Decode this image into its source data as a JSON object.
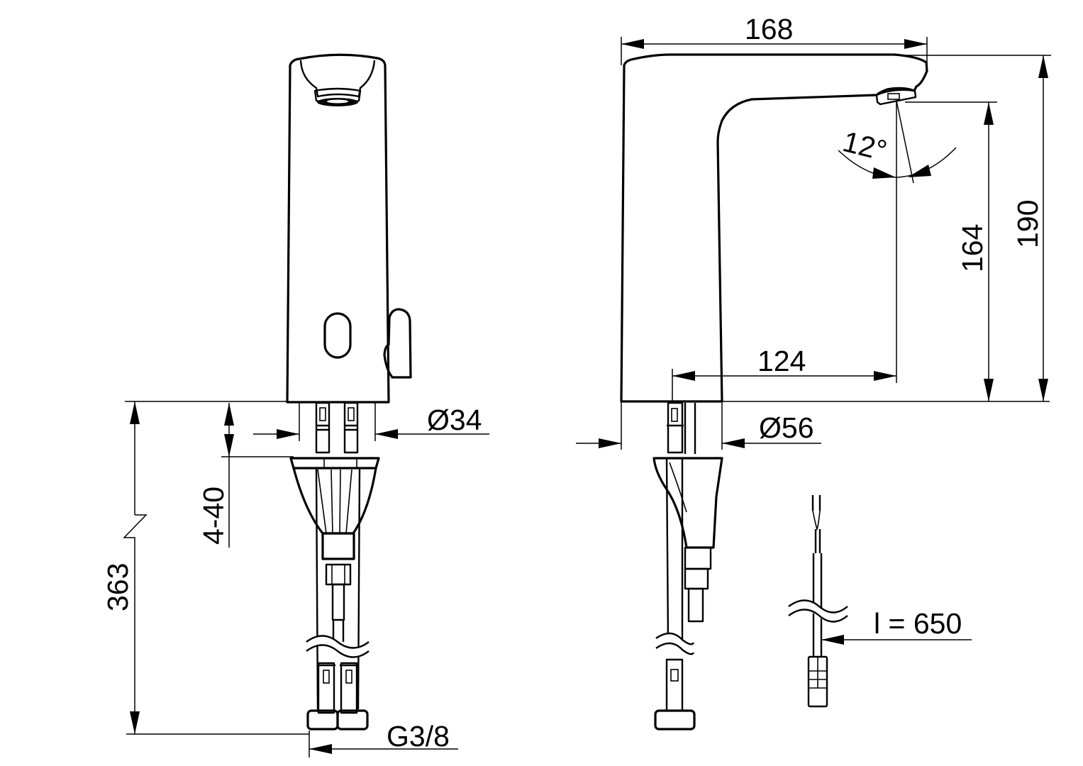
{
  "drawing": {
    "type": "technical dimension drawing",
    "subject": "electronic sensor basin faucet",
    "stroke_color": "#000000",
    "background": "#ffffff"
  },
  "front_view": {
    "dimensions": {
      "total_length": "363",
      "deck_thickness": "4-40",
      "base_diameter": "Ø34",
      "connection_thread": "G3/8"
    }
  },
  "side_view": {
    "dimensions": {
      "spout_reach": "168",
      "total_height": "190",
      "outlet_height": "164",
      "outlet_distance": "124",
      "base_diameter": "Ø56",
      "spray_angle": "12°"
    }
  },
  "cable": {
    "length_label": "l = 650"
  }
}
